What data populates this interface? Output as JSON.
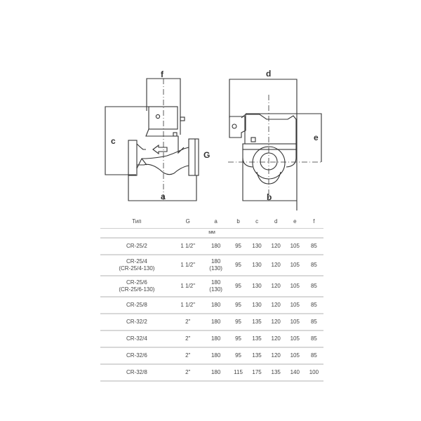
{
  "drawing": {
    "front_view": {
      "dimension_labels": {
        "top": "f",
        "left": "c",
        "right": "G",
        "bottom": "a"
      }
    },
    "side_view": {
      "dimension_labels": {
        "top": "d",
        "right": "e",
        "bottom": "b"
      }
    }
  },
  "table": {
    "headers": [
      "Тип",
      "G",
      "a",
      "b",
      "c",
      "d",
      "e",
      "f"
    ],
    "unit": "мм",
    "rows": [
      {
        "model": "CR-25/2",
        "model_alt": "",
        "G": "1 1/2\"",
        "a": "180",
        "a_alt": "",
        "b": "95",
        "c": "130",
        "d": "120",
        "e": "105",
        "f": "85"
      },
      {
        "model": "CR-25/4",
        "model_alt": "(CR-25/4-130)",
        "G": "1 1/2\"",
        "a": "180",
        "a_alt": "(130)",
        "b": "95",
        "c": "130",
        "d": "120",
        "e": "105",
        "f": "85"
      },
      {
        "model": "CR-25/6",
        "model_alt": "(CR-25/6-130)",
        "G": "1 1/2\"",
        "a": "180",
        "a_alt": "(130)",
        "b": "95",
        "c": "130",
        "d": "120",
        "e": "105",
        "f": "85"
      },
      {
        "model": "CR-25/8",
        "model_alt": "",
        "G": "1 1/2\"",
        "a": "180",
        "a_alt": "",
        "b": "95",
        "c": "130",
        "d": "120",
        "e": "105",
        "f": "85"
      },
      {
        "model": "CR-32/2",
        "model_alt": "",
        "G": "2\"",
        "a": "180",
        "a_alt": "",
        "b": "95",
        "c": "135",
        "d": "120",
        "e": "105",
        "f": "85"
      },
      {
        "model": "CR-32/4",
        "model_alt": "",
        "G": "2\"",
        "a": "180",
        "a_alt": "",
        "b": "95",
        "c": "135",
        "d": "120",
        "e": "105",
        "f": "85"
      },
      {
        "model": "CR-32/6",
        "model_alt": "",
        "G": "2\"",
        "a": "180",
        "a_alt": "",
        "b": "95",
        "c": "135",
        "d": "120",
        "e": "105",
        "f": "85"
      },
      {
        "model": "CR-32/8",
        "model_alt": "",
        "G": "2\"",
        "a": "180",
        "a_alt": "",
        "b": "115",
        "c": "175",
        "d": "135",
        "e": "140",
        "f": "100"
      }
    ]
  }
}
